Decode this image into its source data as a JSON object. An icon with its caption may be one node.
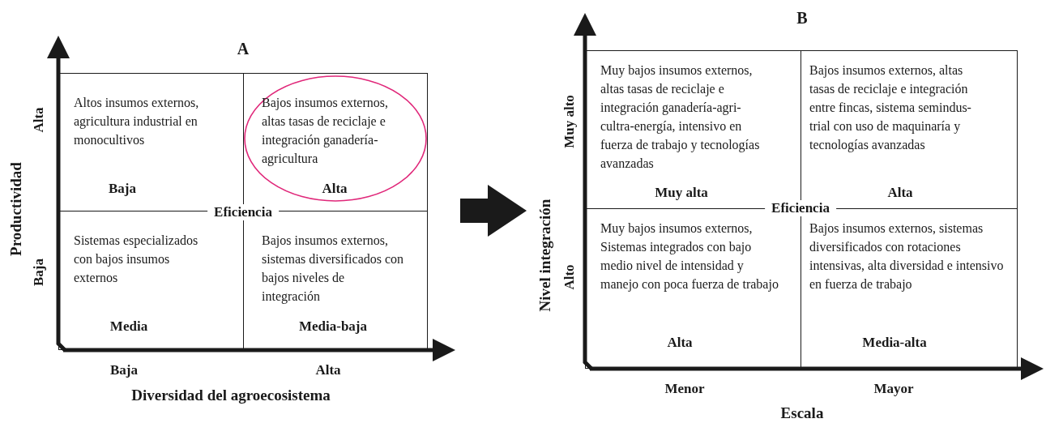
{
  "diagram": {
    "nodes": [
      {
        "text": [
          "A"
        ]
      },
      {
        "text": [
          "Altos insumos externos, agricultura industrial en monocultivos",
          "Baja"
        ],
        "in": 0
      },
      {
        "text": [
          "Bajos insumos externos, altas tasas de reciclaje e integración ganadería-agricultura",
          "Alta"
        ],
        "in": 0
      },
      {
        "text": [
          "Sistemas especializados con bajos insumos externos",
          "Media"
        ],
        "in": 0
      },
      {
        "text": [
          "Bajos insumos externos, sistemas diversificados con bajos niveles de integración",
          "Media-baja"
        ],
        "in": 0
      },
      {
        "text": [
          "B"
        ]
      },
      {
        "text": [
          "Muy bajos insumos externos, altas tasas de reciclaje e integración ganadería-agri-cultra-energía, intensivo en fuerza de trabajo y tecnologías avanzadas",
          "Muy alta"
        ],
        "in": 5
      },
      {
        "text": [
          "Bajos insumos externos, altas tasas de reciclaje e integración entre fincas, sistema semindus-trial con uso de maquinaría y tecnologías avanzadas",
          "Alta"
        ],
        "in": 5
      },
      {
        "text": [
          "Muy bajos insumos externos, Sistemas integrados con bajo medio nivel de intensidad y manejo con poca fuerza de trabajo",
          "Alta"
        ],
        "in": 5
      },
      {
        "text": [
          "Bajos insumos externos, sistemas diversificados con rotaciones intensivas, alta diversidad e intensivo en fuerza de trabajo",
          "Media-alta"
        ],
        "in": 5
      }
    ],
    "edges": [
      {
        "from": 0,
        "to": 5,
        "arrow": "to"
      }
    ],
    "labels": [
      "Productividad",
      "Alta",
      "Baja",
      "Eficiencia",
      "Baja",
      "Alta",
      "Diversidad del agroecosistema",
      "Nivel integración",
      "Muy alto",
      "Alto",
      "Eficiencia",
      "Menor",
      "Mayor",
      "Escala"
    ]
  }
}
